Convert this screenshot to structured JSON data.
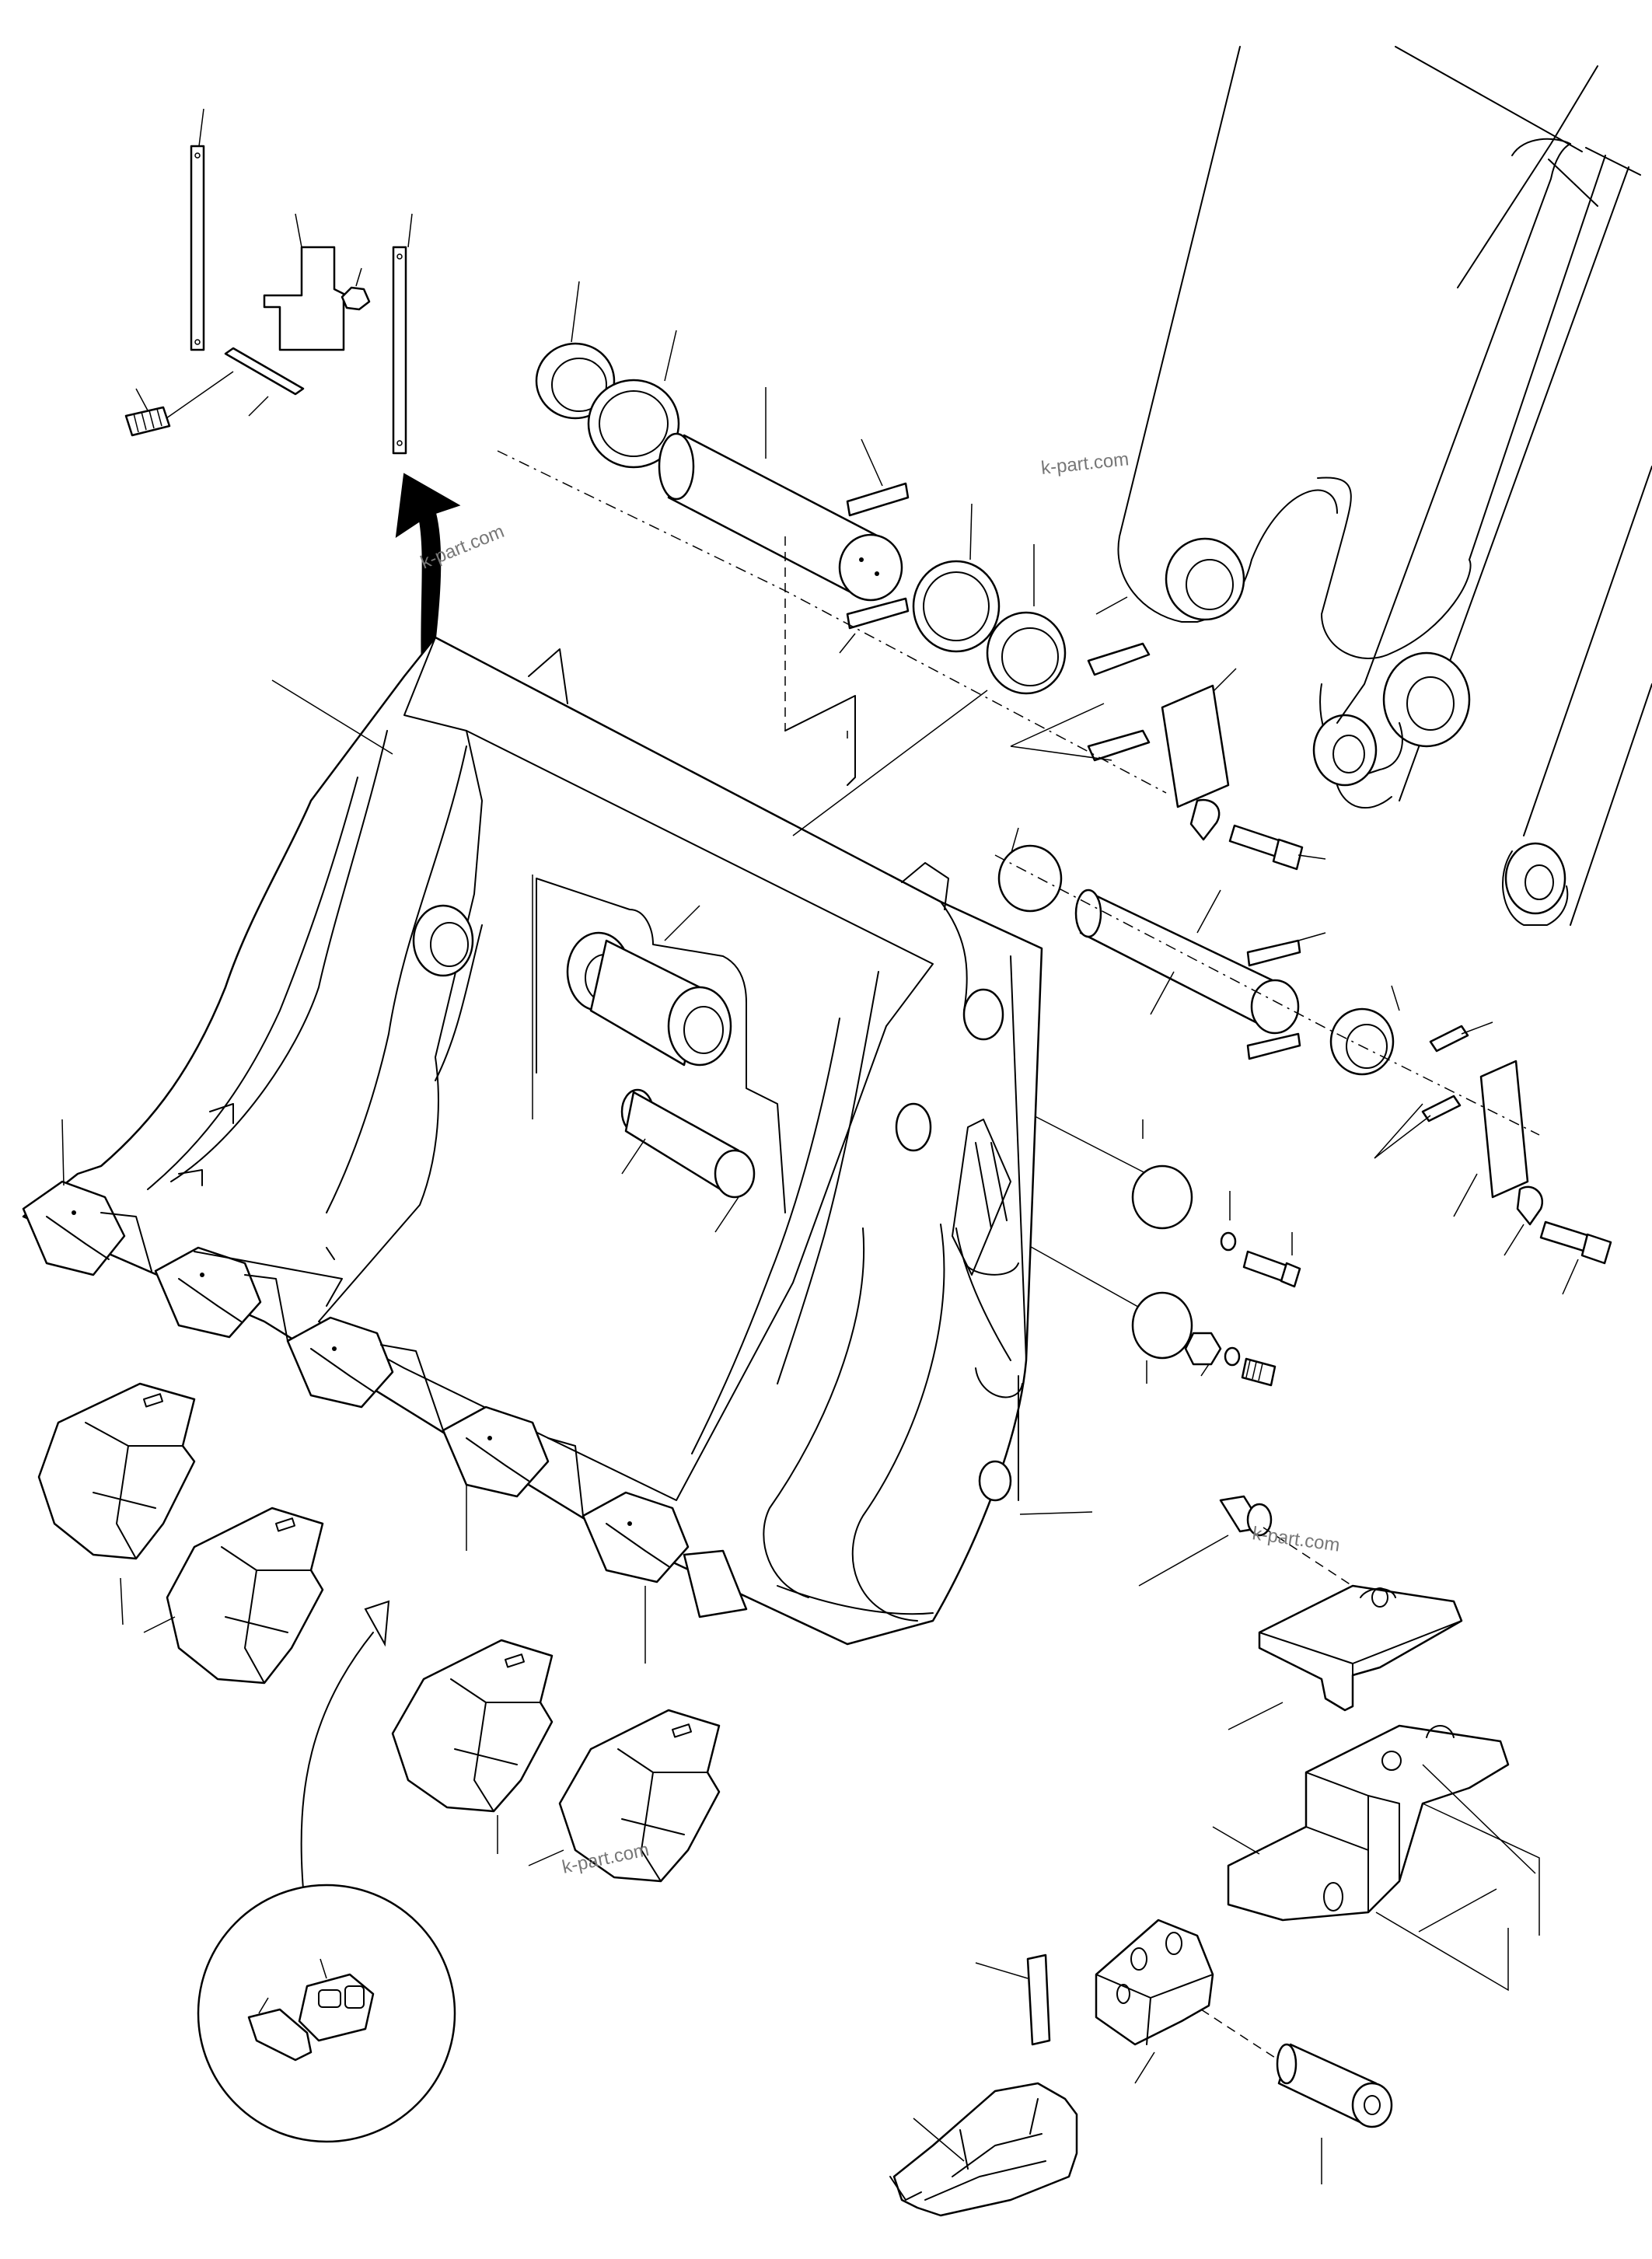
{
  "watermarks": [
    {
      "id": "wm-1",
      "text": "k-part.com"
    },
    {
      "id": "wm-2",
      "text": "k-part.com"
    },
    {
      "id": "wm-3",
      "text": "k-part.com"
    },
    {
      "id": "wm-4",
      "text": "k-part.com"
    }
  ],
  "colors": {
    "line": "#000000",
    "background": "#ffffff",
    "watermark": "#777777"
  }
}
